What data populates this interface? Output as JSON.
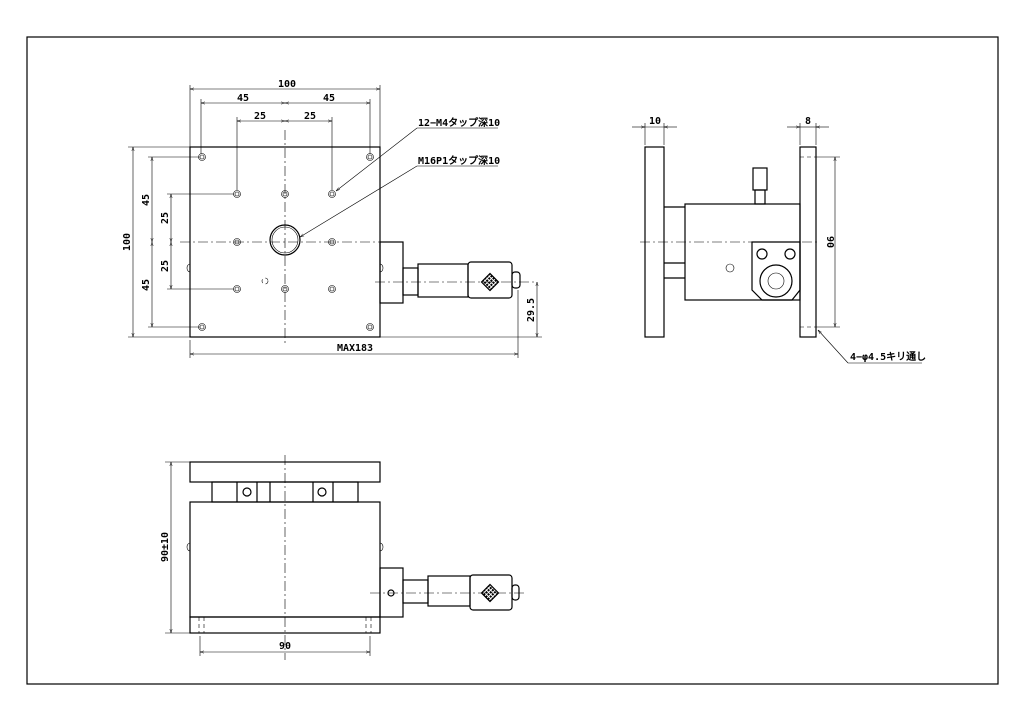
{
  "top_view": {
    "dim_width": "100",
    "dim_outer_left": "45",
    "dim_outer_right": "45",
    "dim_inner_left": "25",
    "dim_inner_right": "25",
    "dim_height": "100",
    "dim_v_outer_top": "45",
    "dim_v_outer_bottom": "45",
    "dim_v_inner_top": "25",
    "dim_v_inner_bottom": "25",
    "dim_max_length": "MAX183",
    "dim_micrometer_offset": "29.5",
    "note_m4": "12−M4タップ深10",
    "note_m16": "M16P1タップ深10"
  },
  "side_view": {
    "dim_left_plate": "10",
    "dim_right_plate": "8",
    "dim_hole_pitch": "90",
    "note_holes": "4−φ4.5キリ通し"
  },
  "front_view": {
    "dim_height": "90±10",
    "dim_hole_pitch": "90"
  }
}
